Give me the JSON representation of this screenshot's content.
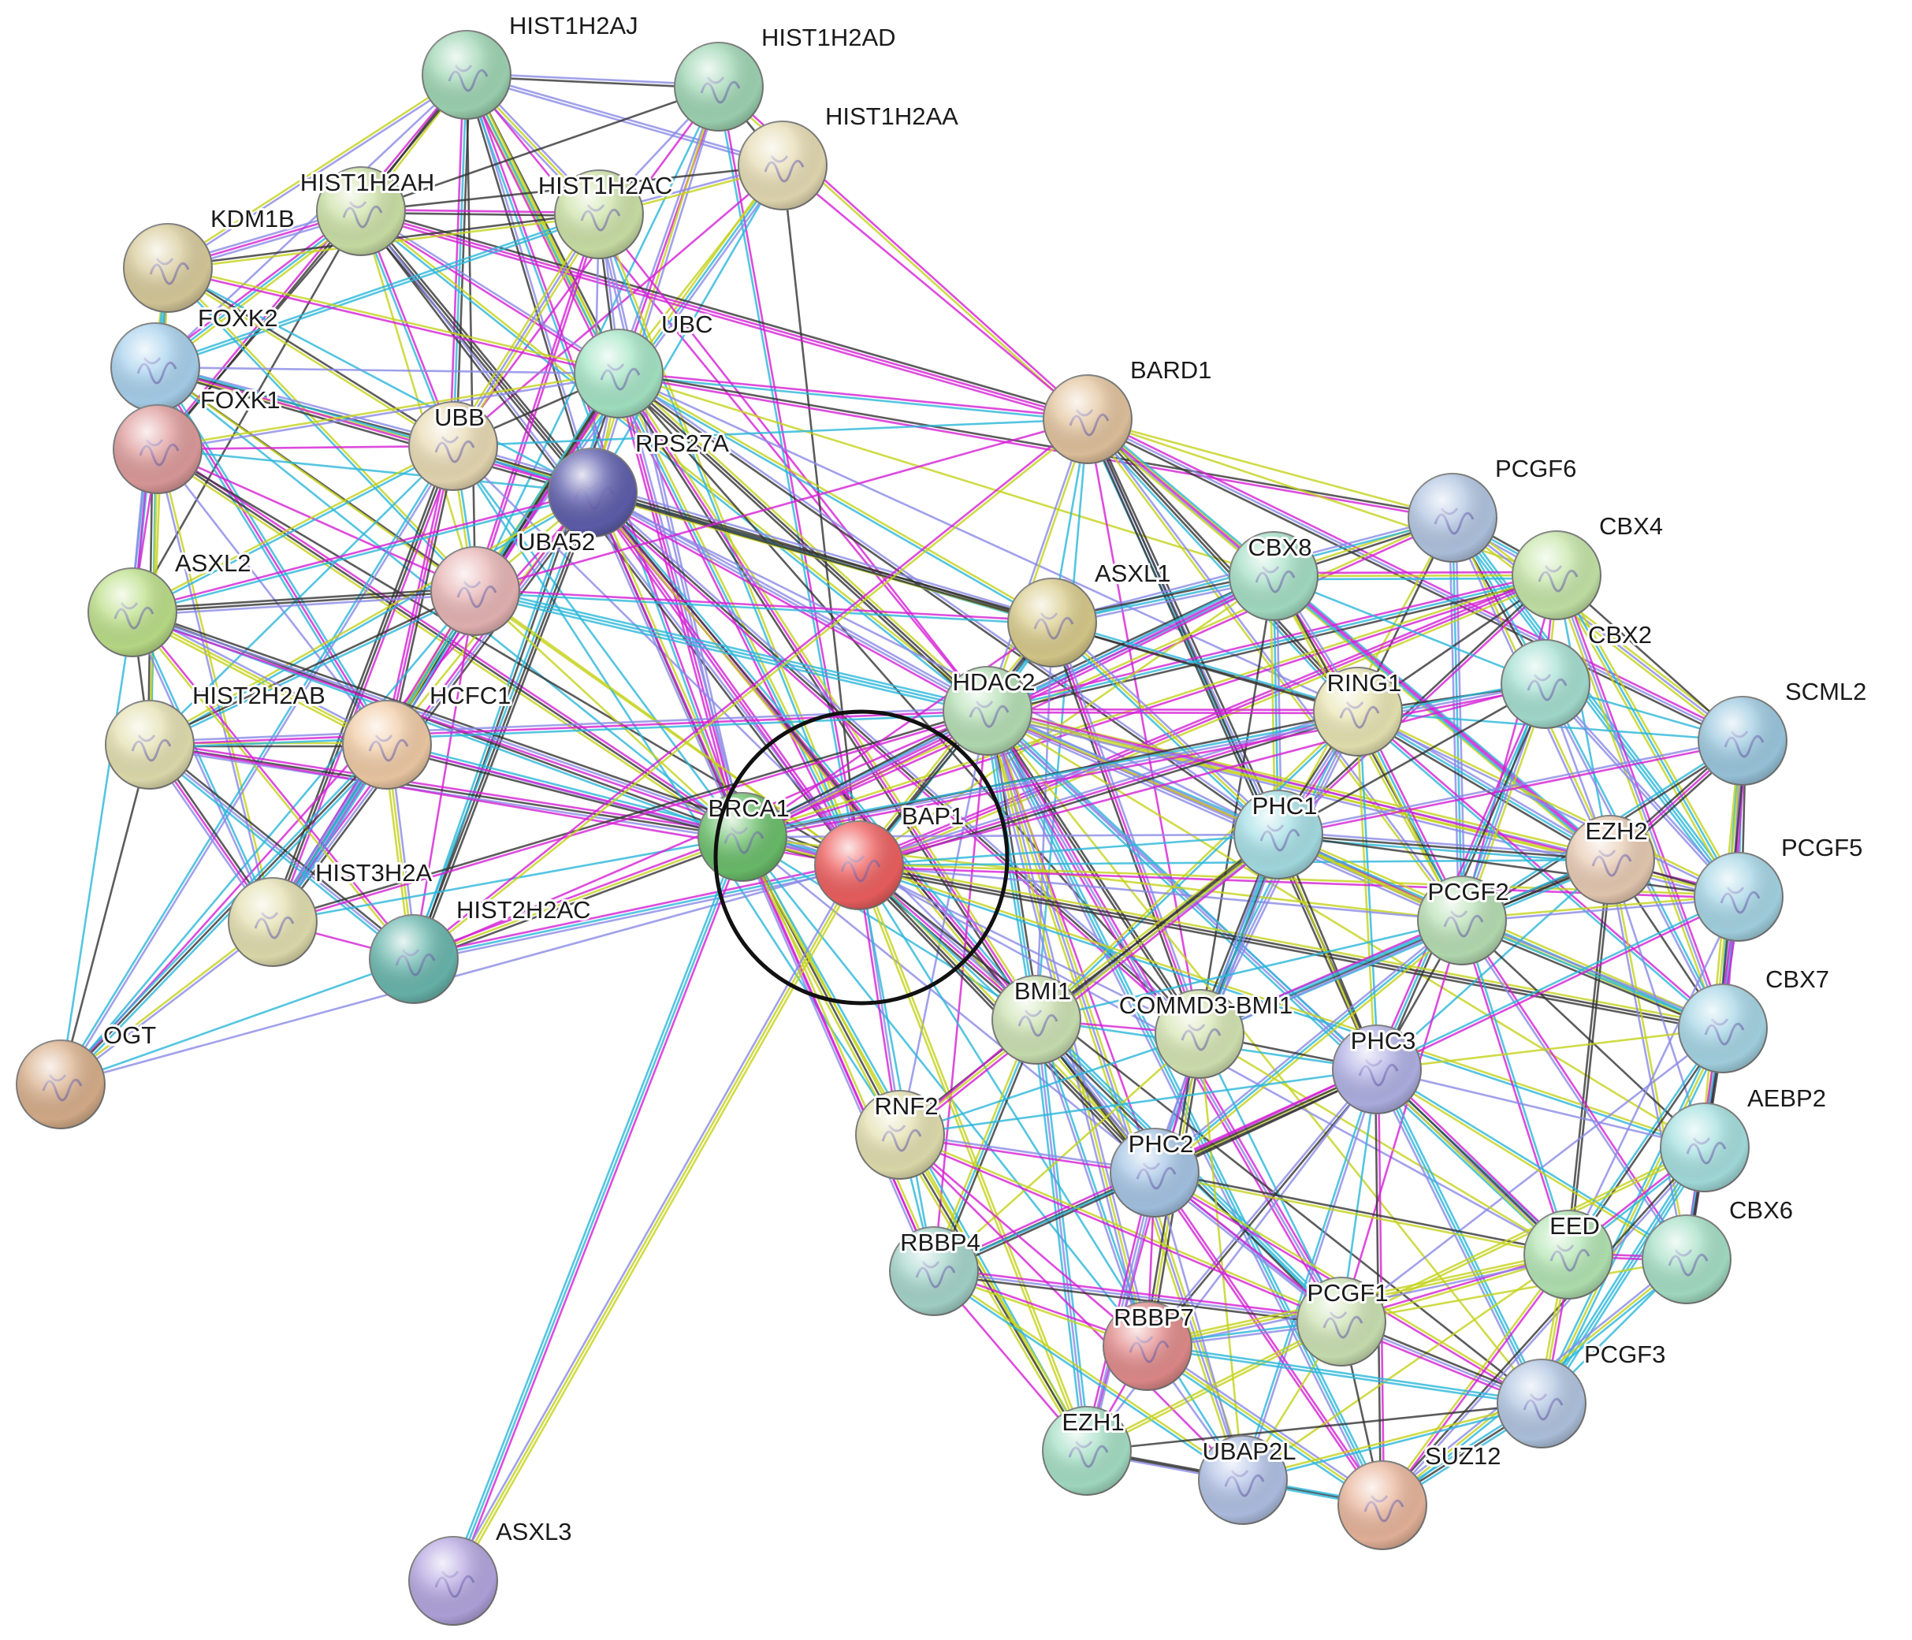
{
  "network": {
    "nodes": [
      {
        "id": "HIST1H2AJ",
        "label": "HIST1H2AJ",
        "color": "#9fd6b4"
      },
      {
        "id": "HIST1H2AD",
        "label": "HIST1H2AD",
        "color": "#9fd6b4"
      },
      {
        "id": "HIST1H2AA",
        "label": "HIST1H2AA",
        "color": "#e6dcb4"
      },
      {
        "id": "HIST1H2AH",
        "label": "HIST1H2AH",
        "color": "#cde3a8"
      },
      {
        "id": "HIST1H2AC",
        "label": "HIST1H2AC",
        "color": "#cde3a8"
      },
      {
        "id": "KDM1B",
        "label": "KDM1B",
        "color": "#d9cc9c"
      },
      {
        "id": "FOXK2",
        "label": "FOXK2",
        "color": "#a9d2ee"
      },
      {
        "id": "FOXK1",
        "label": "FOXK1",
        "color": "#df9c9c"
      },
      {
        "id": "UBC",
        "label": "UBC",
        "color": "#a6e6c6"
      },
      {
        "id": "UBB",
        "label": "UBB",
        "color": "#e9dbb4"
      },
      {
        "id": "RPS27A",
        "label": "RPS27A",
        "color": "#5f5fae"
      },
      {
        "id": "UBA52",
        "label": "UBA52",
        "color": "#e9b6b6"
      },
      {
        "id": "ASXL2",
        "label": "ASXL2",
        "color": "#bde08a"
      },
      {
        "id": "HIST2H2AB",
        "label": "HIST2H2AB",
        "color": "#e3e0b0"
      },
      {
        "id": "HCFC1",
        "label": "HCFC1",
        "color": "#f1cca6"
      },
      {
        "id": "HIST3H2A",
        "label": "HIST3H2A",
        "color": "#e3e0b0"
      },
      {
        "id": "HIST2H2AC",
        "label": "HIST2H2AC",
        "color": "#6ab8ae"
      },
      {
        "id": "OGT",
        "label": "OGT",
        "color": "#d9b08c"
      },
      {
        "id": "BARD1",
        "label": "BARD1",
        "color": "#e3c49e"
      },
      {
        "id": "PCGF6",
        "label": "PCGF6",
        "color": "#b2c6e2"
      },
      {
        "id": "CBX4",
        "label": "CBX4",
        "color": "#c6e6a8"
      },
      {
        "id": "CBX8",
        "label": "CBX8",
        "color": "#a6e0c6"
      },
      {
        "id": "ASXL1",
        "label": "ASXL1",
        "color": "#d9cc8c"
      },
      {
        "id": "HDAC2",
        "label": "HDAC2",
        "color": "#b6e0b6"
      },
      {
        "id": "RING1",
        "label": "RING1",
        "color": "#e9e6b4"
      },
      {
        "id": "CBX2",
        "label": "CBX2",
        "color": "#a6e0d2"
      },
      {
        "id": "SCML2",
        "label": "SCML2",
        "color": "#9cc9e0"
      },
      {
        "id": "BRCA1",
        "label": "BRCA1",
        "color": "#6cc06c"
      },
      {
        "id": "BAP1",
        "label": "BAP1",
        "color": "#ef6060"
      },
      {
        "id": "PHC1",
        "label": "PHC1",
        "color": "#a6e0e6"
      },
      {
        "id": "EZH2",
        "label": "EZH2",
        "color": "#e9ccb4"
      },
      {
        "id": "PCGF2",
        "label": "PCGF2",
        "color": "#b8e0b4"
      },
      {
        "id": "PCGF5",
        "label": "PCGF5",
        "color": "#a6d6e6"
      },
      {
        "id": "CBX7",
        "label": "CBX7",
        "color": "#a6d6e6"
      },
      {
        "id": "BMI1",
        "label": "BMI1",
        "color": "#cde3b4"
      },
      {
        "id": "COMMD3-BMI1",
        "label": "COMMD3-BMI1",
        "color": "#d6e6b4"
      },
      {
        "id": "PHC3",
        "label": "PHC3",
        "color": "#b2b2e6"
      },
      {
        "id": "RNF2",
        "label": "RNF2",
        "color": "#e3e0b0"
      },
      {
        "id": "PHC2",
        "label": "PHC2",
        "color": "#a6c6e6"
      },
      {
        "id": "AEBP2",
        "label": "AEBP2",
        "color": "#a6e0e0"
      },
      {
        "id": "RBBP4",
        "label": "RBBP4",
        "color": "#a6d6cc"
      },
      {
        "id": "EED",
        "label": "EED",
        "color": "#b4e6b4"
      },
      {
        "id": "CBX6",
        "label": "CBX6",
        "color": "#a6e0c6"
      },
      {
        "id": "PCGF1",
        "label": "PCGF1",
        "color": "#cde3b4"
      },
      {
        "id": "RBBP7",
        "label": "RBBP7",
        "color": "#e38c8c"
      },
      {
        "id": "PCGF3",
        "label": "PCGF3",
        "color": "#b2c6e2"
      },
      {
        "id": "EZH1",
        "label": "EZH1",
        "color": "#a6e0c6"
      },
      {
        "id": "UBAP2L",
        "label": "UBAP2L",
        "color": "#b2c2e6"
      },
      {
        "id": "SUZ12",
        "label": "SUZ12",
        "color": "#e9b69c"
      },
      {
        "id": "ASXL3",
        "label": "ASXL3",
        "color": "#b4a6e0"
      }
    ],
    "highlight": {
      "node": "BAP1"
    },
    "edge_colors": [
      "#2bb7d9",
      "#d41fd4",
      "#c4d21a",
      "#333333",
      "#8a8ae6"
    ]
  }
}
